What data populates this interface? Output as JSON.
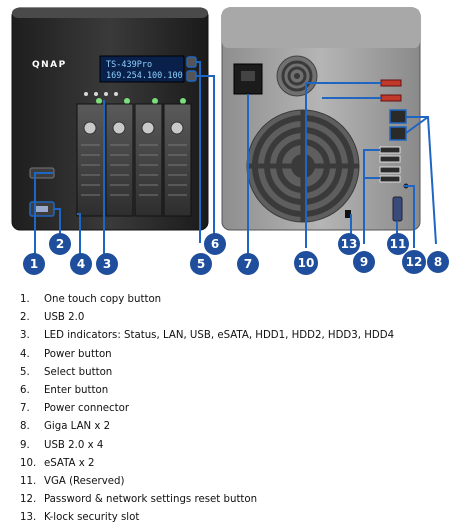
{
  "device": {
    "brand": "QNAP",
    "lcd_line1": "TS-439Pro",
    "lcd_line2": "169.254.100.100"
  },
  "colors": {
    "callout": "#1f4e9c",
    "leader_line": "#1f66c2",
    "chassis_front": "#2b2b2b",
    "chassis_rear": "#9a9a9a"
  },
  "callout_numbers": [
    "1",
    "2",
    "4",
    "3",
    "5",
    "6",
    "7",
    "10",
    "9",
    "13",
    "11",
    "12",
    "8"
  ],
  "legend": [
    {
      "num": "1.",
      "text": "One touch copy button"
    },
    {
      "num": "2.",
      "text": "USB 2.0"
    },
    {
      "num": "3.",
      "text": "LED indicators: Status, LAN, USB, eSATA, HDD1, HDD2, HDD3, HDD4"
    },
    {
      "num": "4.",
      "text": "Power button"
    },
    {
      "num": "5.",
      "text": "Select button"
    },
    {
      "num": "6.",
      "text": "Enter button"
    },
    {
      "num": "7.",
      "text": "Power connector"
    },
    {
      "num": "8.",
      "text": "Giga LAN x 2"
    },
    {
      "num": "9.",
      "text": "USB 2.0 x 4"
    },
    {
      "num": "10.",
      "text": "eSATA x 2"
    },
    {
      "num": "11.",
      "text": "VGA (Reserved)"
    },
    {
      "num": "12.",
      "text": "Password & network settings reset button"
    },
    {
      "num": "13.",
      "text": "K-lock security slot"
    }
  ]
}
